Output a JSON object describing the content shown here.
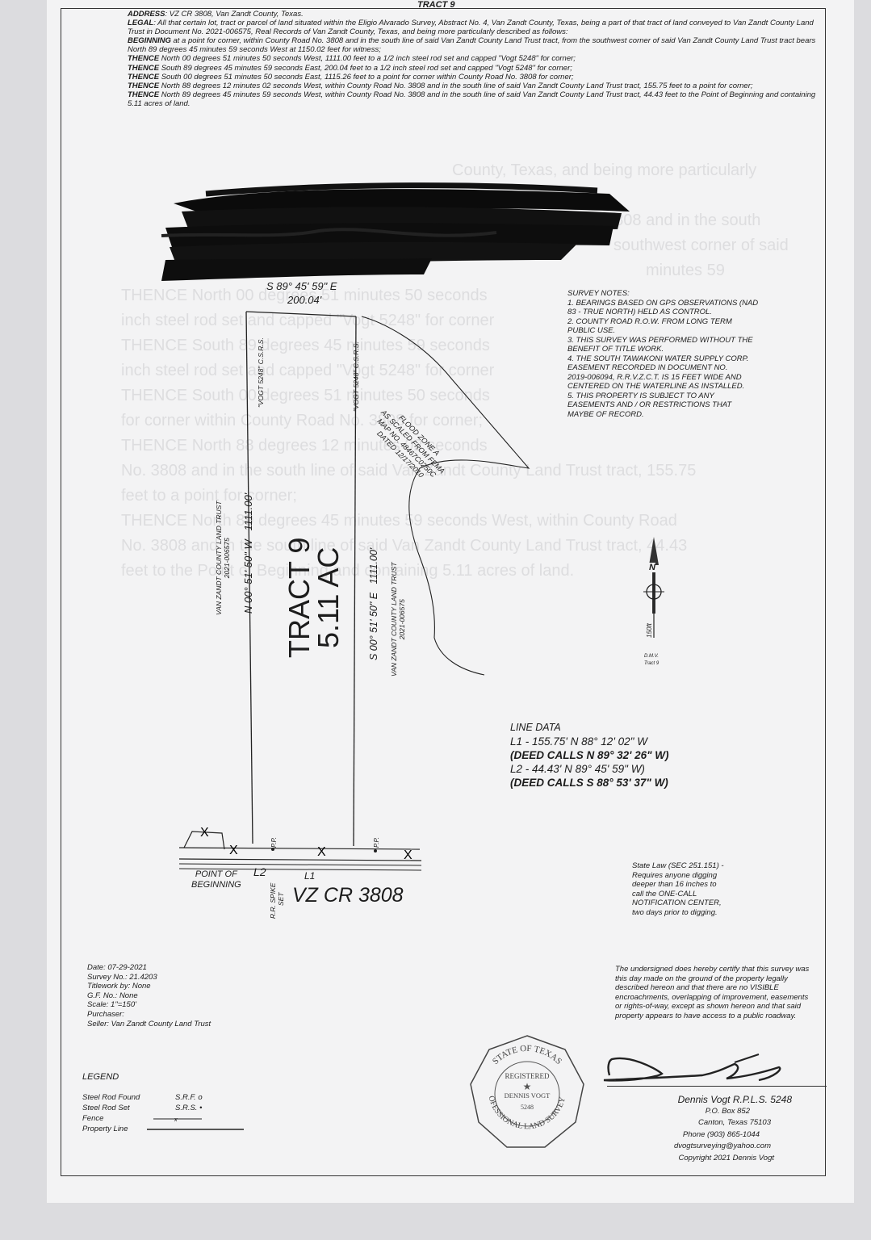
{
  "header": {
    "title": "TRACT 9"
  },
  "legal": {
    "address_label": "ADDRESS",
    "address": ": VZ CR 3808, Van Zandt County, Texas.",
    "legal_label": "LEGAL",
    "legal_text": ": All that certain lot, tract or parcel of land situated within the Eligio Alvarado Survey, Abstract No. 4, Van Zandt County, Texas, being a part of that tract of land conveyed to Van Zandt County Land Trust in Document No. 2021-006575, Real Records of Van Zandt County, Texas, and being more particularly described as follows:",
    "beginning_label": "BEGINNING",
    "beginning_text": " at a point for corner, within County Road No. 3808 and in the south line of said Van Zandt County Land Trust tract, from the southwest corner of said Van Zandt County Land Trust tract bears North 89 degrees 45 minutes 59 seconds West at 1150.02 feet for witness;",
    "calls": [
      {
        "label": "THENCE",
        "text": " North 00 degrees 51 minutes 50 seconds West, 1111.00 feet to a 1/2 inch steel rod set and capped \"Vogt 5248\" for corner;"
      },
      {
        "label": "THENCE",
        "text": " South 89 degrees 45 minutes 59 seconds East, 200.04 feet to a 1/2 inch steel rod set and capped \"Vogt 5248\" for corner;"
      },
      {
        "label": "THENCE",
        "text": " South 00 degrees 51 minutes 50 seconds East, 1115.26 feet to a point for corner within County Road No. 3808 for corner;"
      },
      {
        "label": "THENCE",
        "text": " North 88 degrees 12 minutes 02 seconds West, within County Road No. 3808 and in the south line of said Van Zandt County Land Trust tract, 155.75 feet to a point for corner;"
      },
      {
        "label": "THENCE",
        "text": " North 89 degrees 45 minutes 59 seconds West, within County Road No. 3808 and in the south line of said Van Zandt County Land Trust tract, 44.43 feet to the Point of Beginning and containing 5.11 acres of land."
      }
    ]
  },
  "plat": {
    "top_bearing": "S 89° 45' 59\" E",
    "top_distance": "200.04'",
    "west_bearing": "N 00° 51' 50\" W",
    "west_distance": "1111.00'",
    "east_bearing": "S 00° 51' 50\" E",
    "east_distance": "1111.00'",
    "west_pin": "\"VOGT 5248\" C.S.R.S.",
    "east_pin": "\"VOGT 5248\" C.S.R.S.",
    "west_owner": "VAN ZANDT COUNTY LAND TRUST",
    "west_owner_doc": "2021-006575",
    "east_owner": "VAN ZANDT COUNTY LAND TRUST",
    "east_owner_doc": "2021-006575",
    "tract_name": "TRACT 9",
    "tract_area": "5.11 AC",
    "flood_lines": [
      "FLOOD ZONE A",
      "AS SCALED FROM FEMA",
      "MAP NO. 48467C0250C",
      "DATED 12/17/2010"
    ],
    "road_name": "VZ CR 3808",
    "pob": [
      "POINT OF",
      "BEGINNING"
    ],
    "l2": "L2",
    "l1": "L1",
    "spike": [
      "R.R. SPIKE",
      "SET"
    ],
    "pp": "P.P."
  },
  "survey_notes": [
    "SURVEY NOTES:",
    "1. BEARINGS BASED ON GPS OBSERVATIONS (NAD",
    "83 - TRUE NORTH) HELD AS CONTROL.",
    "2. COUNTY ROAD R.O.W. FROM LONG TERM",
    "PUBLIC USE.",
    "3. THIS SURVEY WAS PERFORMED WITHOUT THE",
    "BENEFIT OF TITLE WORK.",
    "4. THE SOUTH TAWAKONI WATER SUPPLY CORP.",
    "EASEMENT RECORDED IN DOCUMENT NO.",
    "2019-006094, R.R.V.Z.C.T. IS 15 FEET WIDE AND",
    "CENTERED ON THE WATERLINE AS INSTALLED.",
    "5. THIS PROPERTY IS SUBJECT TO ANY",
    "EASEMENTS AND / OR RESTRICTIONS THAT",
    "MAYBE OF RECORD."
  ],
  "north_arrow": {
    "letter": "N",
    "scale": "150ft",
    "company": "D.M.V.",
    "tract": "Tract 9"
  },
  "line_data": [
    "LINE DATA",
    "L1 - 155.75'   N 88° 12' 02\" W",
    "(DEED CALLS  N 89° 32' 26\" W)",
    "L2 - 44.43'   N 89° 45' 59\" W)",
    "(DEED CALLS  S 88° 53' 37\" W)"
  ],
  "state_law": [
    "State Law (SEC 251.151) -",
    "Requires anyone digging",
    "deeper than 16 inches to",
    "call the ONE-CALL",
    "NOTIFICATION CENTER,",
    "two days prior to digging."
  ],
  "certification": "The undersigned does hereby certify that this survey was this day made on the ground of the property legally described hereon and that there are no VISIBLE encroachments, overlapping of improvement, easements or rights-of-way, except as shown hereon and that said property appears to have access to a public roadway.",
  "survey_info": [
    "Date: 07-29-2021",
    "Survey No.: 21.4203",
    "Titlework by: None",
    "G.F. No.: None",
    "Scale: 1\"=150'",
    "Purchaser:",
    "Seller: Van Zandt County Land Trust"
  ],
  "legend": {
    "title": "LEGEND",
    "items": [
      {
        "label": "Steel Rod Found",
        "symbol": "S.R.F. o"
      },
      {
        "label": "Steel Rod Set",
        "symbol": "S.R.S. •"
      },
      {
        "label": "Fence",
        "symbol": ""
      },
      {
        "label": "Property Line",
        "symbol": ""
      }
    ]
  },
  "seal": {
    "top": "STATE OF TEXAS",
    "mid": "REGISTERED",
    "name": "DENNIS VOGT",
    "number": "5248",
    "bottom": "PROFESSIONAL LAND SURVEYOR"
  },
  "surveyor": {
    "name": "Dennis Vogt  R.P.L.S. 5248",
    "box": "P.O. Box 852",
    "city": "Canton, Texas 75103",
    "phone": "Phone (903) 865-1044",
    "email": "dvogtsurveying@yahoo.com",
    "copyright": "Copyright 2021 Dennis Vogt"
  },
  "ghost_lines": [
    "County, Texas, and being more particularly",
    "Road No. 3808 and in the south",
    "southwest corner of said",
    "minutes 59",
    "THENCE North 00 degrees 51 minutes 50 seconds",
    "inch steel rod set and capped \"Vogt 5248\" for corner",
    "THENCE South 89 degrees 45 minutes 59 seconds",
    "inch steel rod set and capped \"Vogt 5248\" for corner",
    "THENCE South 00 degrees 51 minutes 50 seconds",
    "for corner within County Road No. 3808 for corner;",
    "THENCE North 88 degrees 12 minutes 02 seconds",
    "No. 3808 and in the south line of said Van Zandt County Land Trust tract, 155.75",
    "feet to a point for corner;",
    "THENCE North 89 degrees 45 minutes 59 seconds West, within County Road",
    "No. 3808 and in the south line of said Van Zandt County Land Trust tract, 44.43",
    "feet to the Point of Beginning and containing 5.11 acres of land."
  ]
}
